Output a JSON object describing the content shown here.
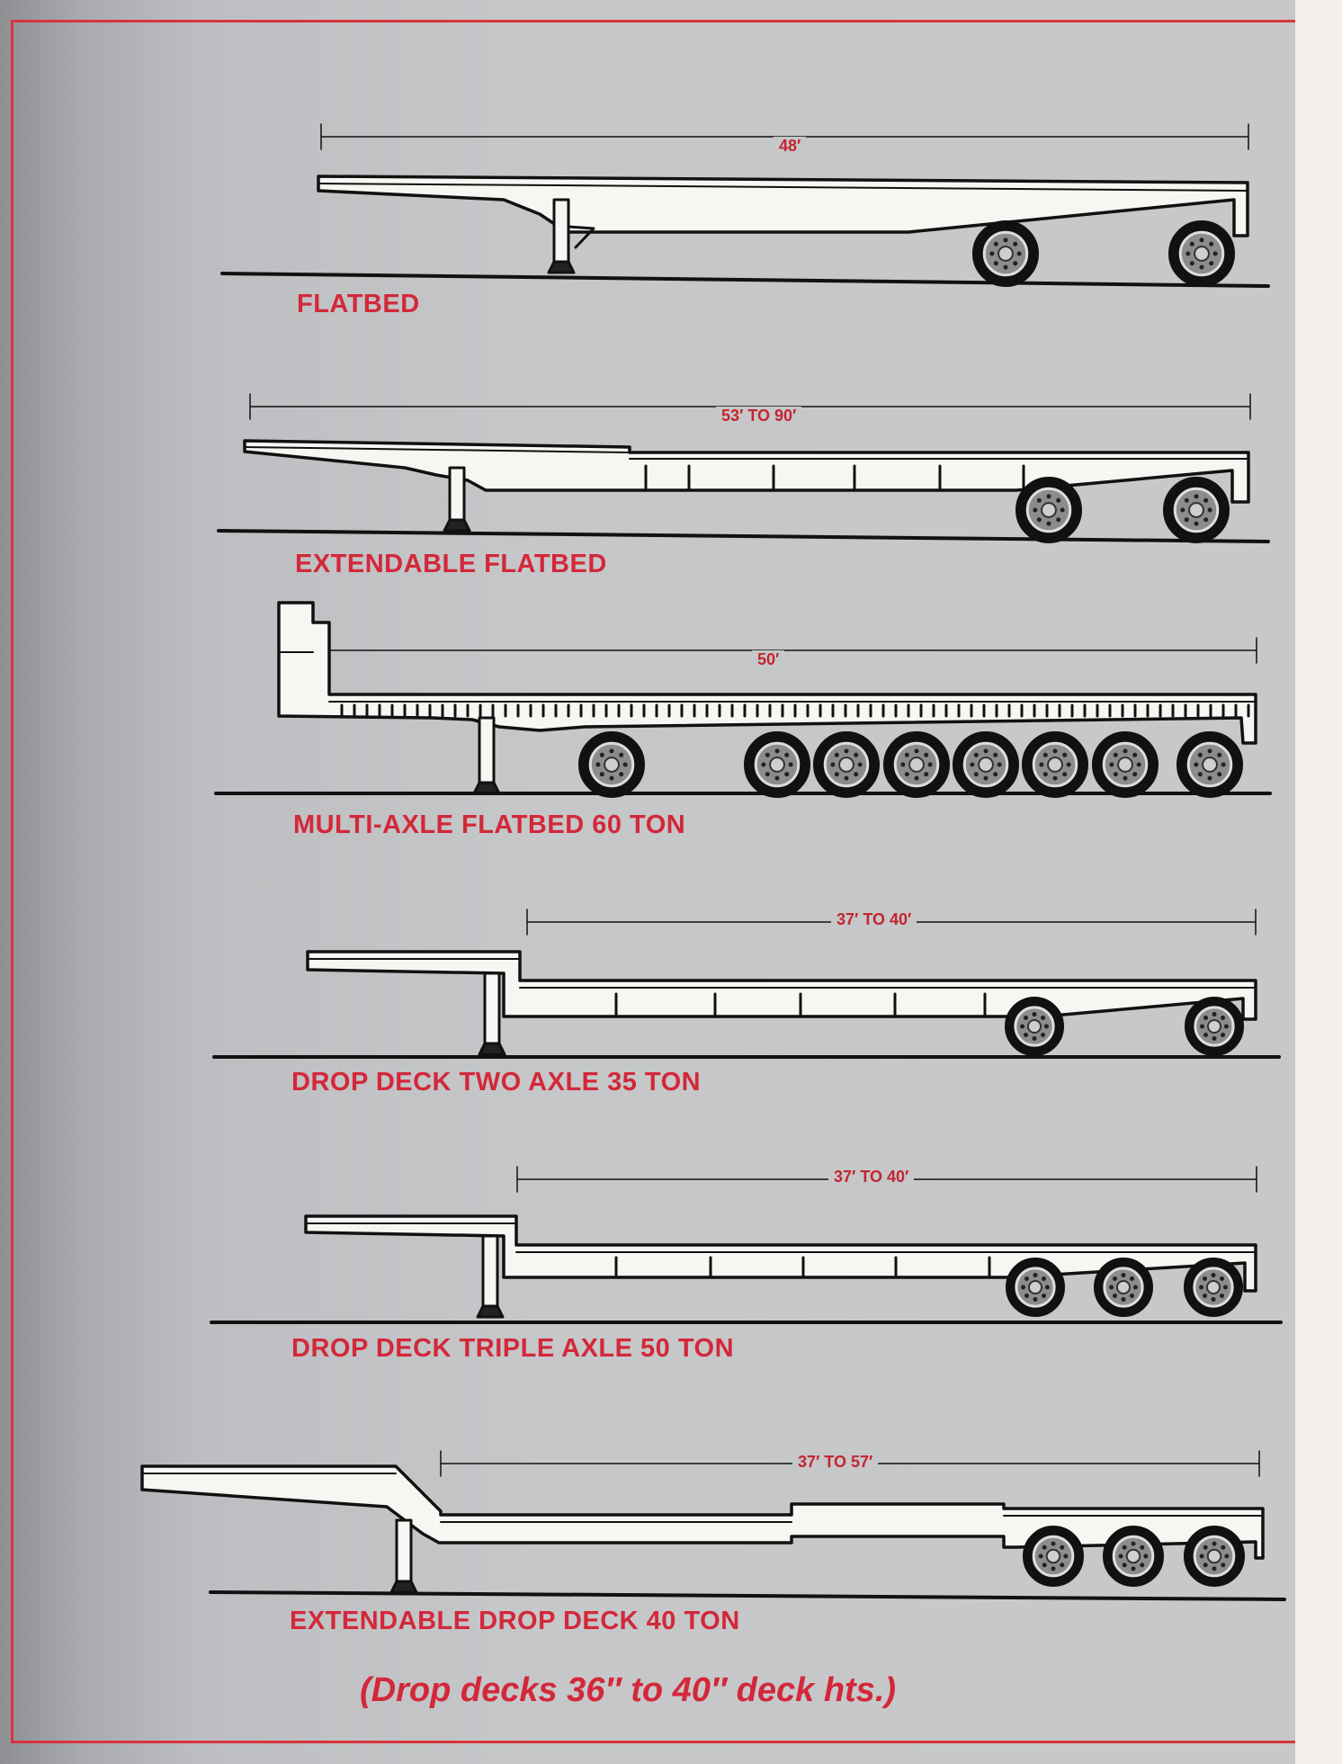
{
  "trailers": [
    {
      "id": "flatbed",
      "name": "FLATBED",
      "dimension": "48′"
    },
    {
      "id": "extendable-flatbed",
      "name": "EXTENDABLE FLATBED",
      "dimension": "53′ TO 90′"
    },
    {
      "id": "multi-axle",
      "name": "MULTI-AXLE FLATBED 60 TON",
      "dimension": "50′"
    },
    {
      "id": "drop-deck-two",
      "name": "DROP DECK TWO AXLE 35 TON",
      "dimension": "37′ TO 40′"
    },
    {
      "id": "drop-deck-triple",
      "name": "DROP DECK TRIPLE AXLE 50 TON",
      "dimension": "37′ TO 40′"
    },
    {
      "id": "extendable-drop-deck",
      "name": "EXTENDABLE DROP DECK 40 TON",
      "dimension": "37′ TO 57′"
    }
  ],
  "footnote": "(Drop decks 36″ to 40″ deck hts.)",
  "colors": {
    "label": "#d3283a",
    "border": "#d6353f",
    "background": "#c6c7c9",
    "line": "#111111",
    "trailer_fill": "#f7f6f2"
  }
}
